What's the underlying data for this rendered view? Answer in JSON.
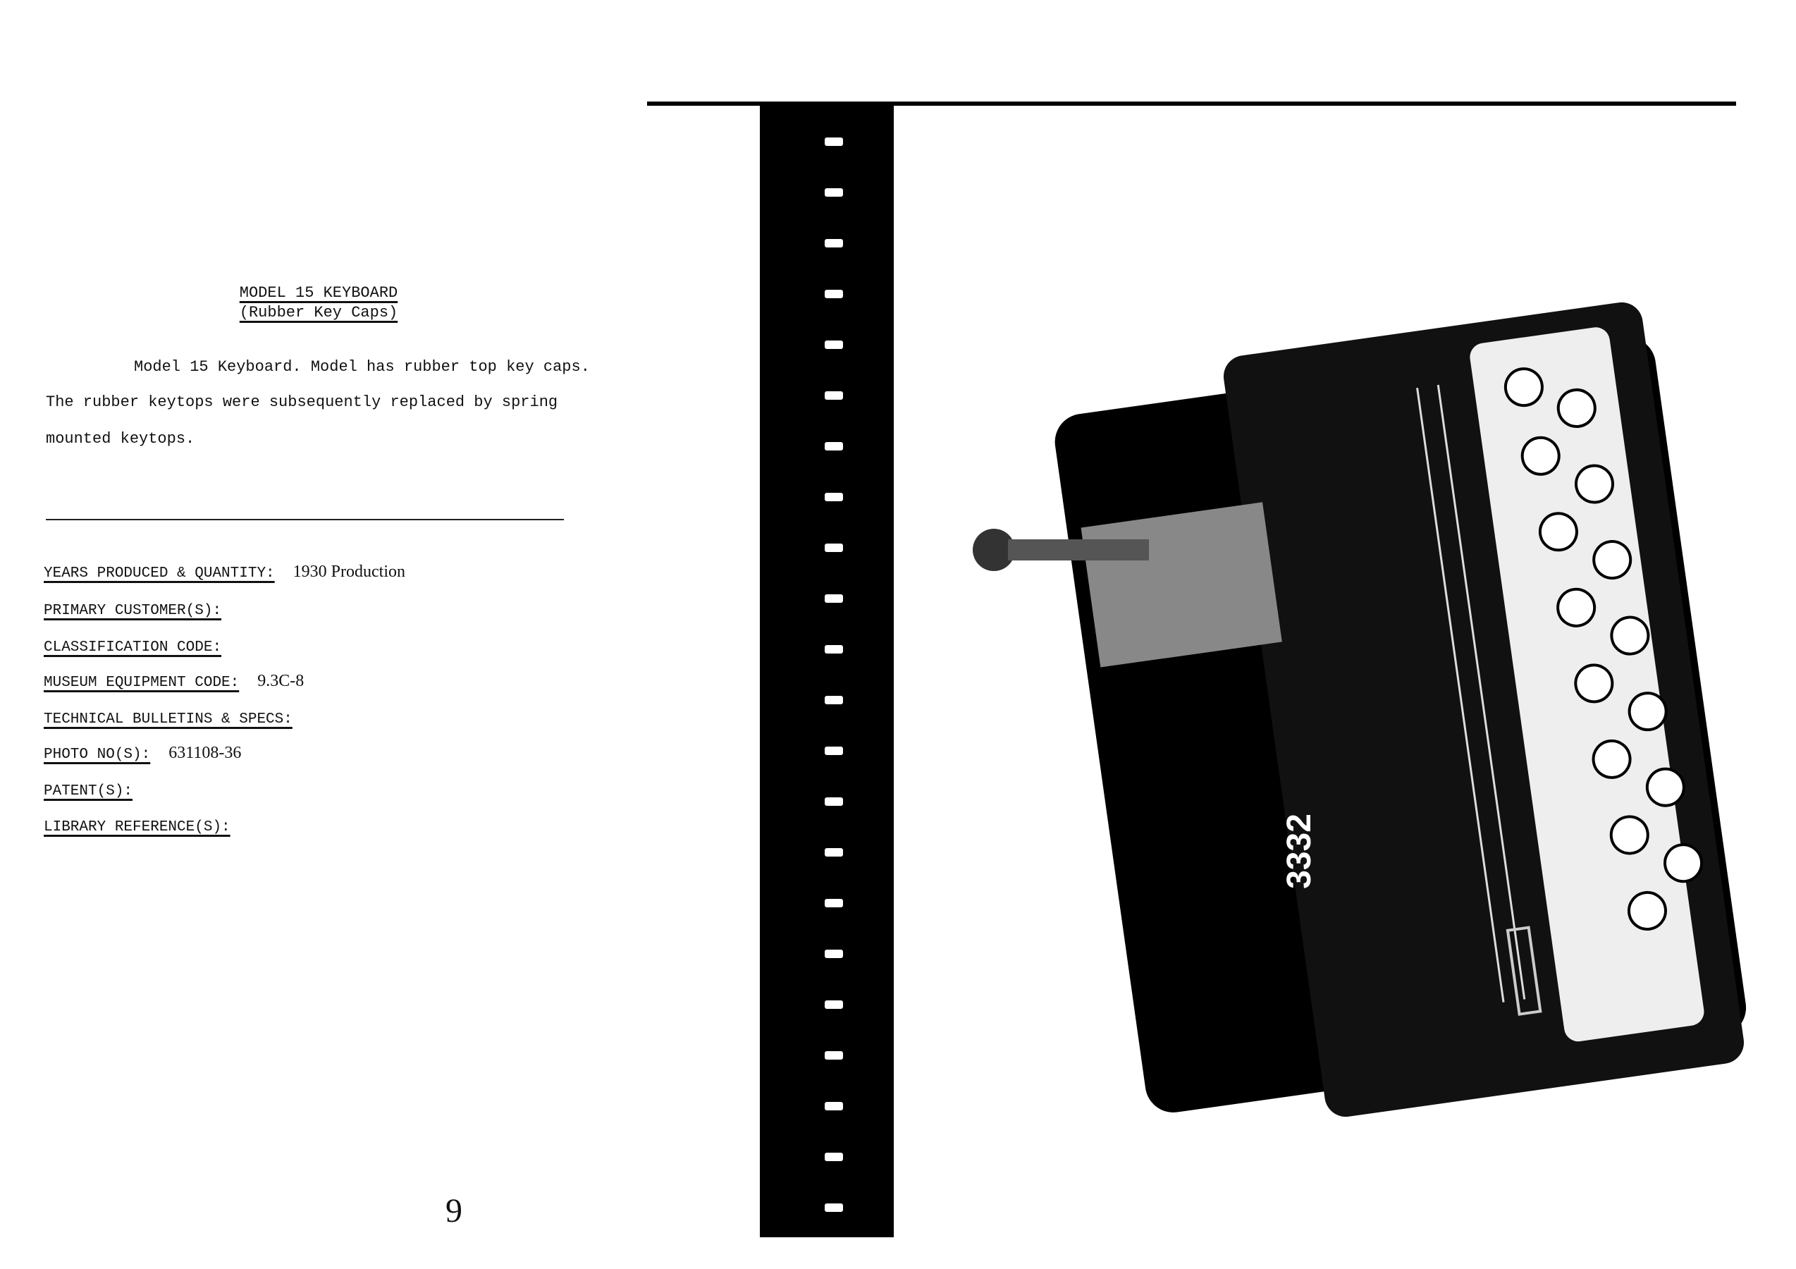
{
  "title": {
    "line1": "MODEL 15 KEYBOARD",
    "line2": "(Rubber Key Caps)"
  },
  "description": [
    "Model 15 Keyboard.  Model has rubber top key caps.",
    "The rubber keytops were subsequently replaced by spring",
    "mounted keytops."
  ],
  "fields": [
    {
      "label": "YEARS PRODUCED & QUANTITY:",
      "value": "1930 Production"
    },
    {
      "label": "PRIMARY CUSTOMER(S):",
      "value": ""
    },
    {
      "label": "CLASSIFICATION CODE:",
      "value": ""
    },
    {
      "label": "MUSEUM EQUIPMENT CODE:",
      "value": "9.3C-8"
    },
    {
      "label": "TECHNICAL BULLETINS & SPECS:",
      "value": ""
    },
    {
      "label": "PHOTO NO(S):",
      "value": "631108-36"
    },
    {
      "label": "PATENT(S):",
      "value": ""
    },
    {
      "label": "LIBRARY REFERENCE(S):",
      "value": ""
    }
  ],
  "photo": {
    "machine_number": "3332"
  },
  "page_number": "9"
}
